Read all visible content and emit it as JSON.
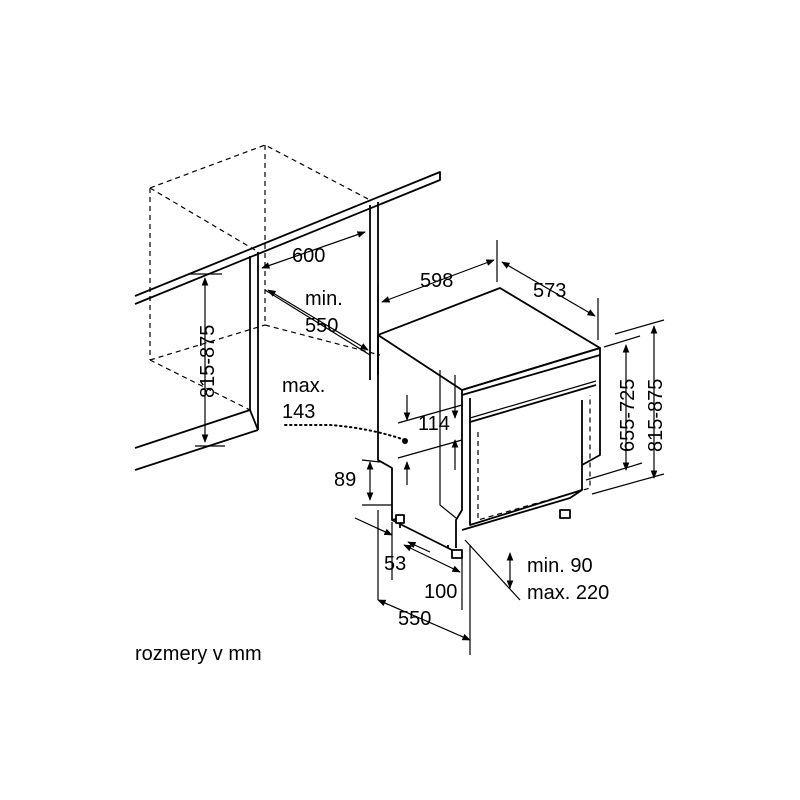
{
  "dimensions": {
    "niche_width": "600",
    "niche_depth_min": "min.",
    "niche_depth_val": "550",
    "niche_height": "815-875",
    "appliance_width": "598",
    "appliance_depth": "573",
    "appliance_height_a": "655-725",
    "appliance_height_b": "815-875",
    "connection_max": "max.",
    "connection_val": "143",
    "panel_114": "114",
    "dim_89": "89",
    "dim_53": "53",
    "dim_100": "100",
    "dim_550_bottom": "550",
    "plinth_min": "min. 90",
    "plinth_max": "max. 220"
  },
  "caption": "rozmery v mm"
}
